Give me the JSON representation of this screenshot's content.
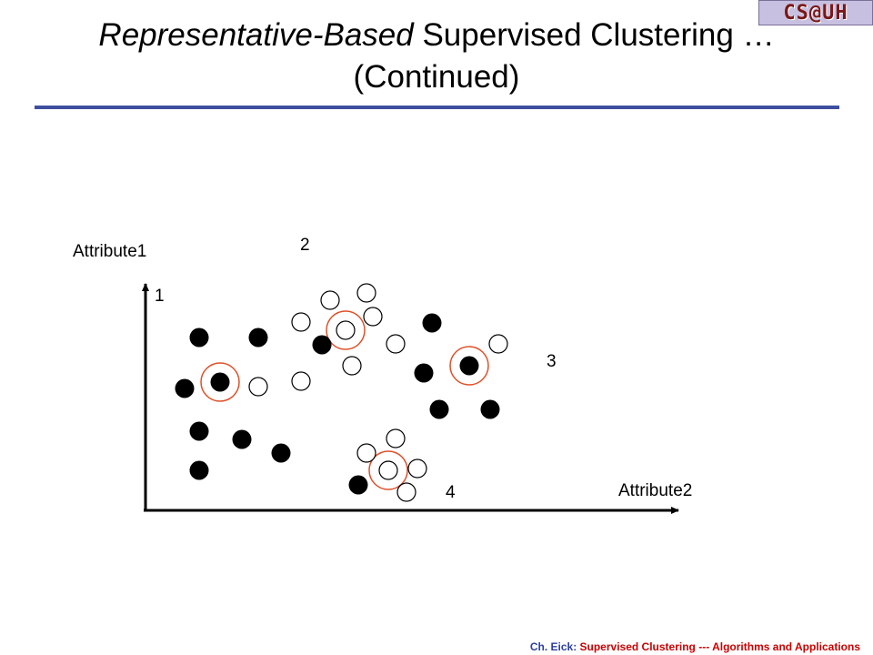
{
  "header": {
    "title_italic": "Representative-Based",
    "title_rest": " Supervised  Clustering …",
    "title_line2": "(Continued)",
    "logo_text": "CS@UH"
  },
  "diagram": {
    "y_axis_label": "Attribute1",
    "x_axis_label": "Attribute2",
    "cluster_labels": [
      "1",
      "2",
      "3",
      "4"
    ],
    "colors": {
      "rule": "#3f4f9f",
      "highlight_ring": "#e0502a",
      "point": "#000000"
    }
  },
  "footer": {
    "author": "Ch. Eick",
    "separator": ":",
    "topic": " Supervised Clustering --- Algorithms and Applications"
  }
}
